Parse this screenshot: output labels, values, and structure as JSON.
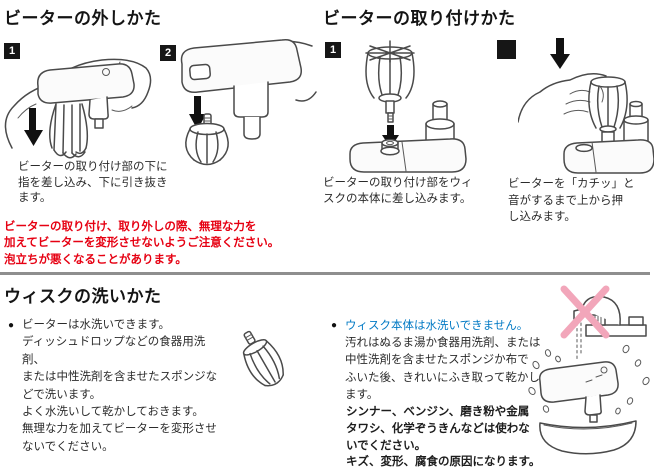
{
  "colors": {
    "warning_red": "#e60012",
    "note_blue": "#0079c4",
    "prohibit_pink": "#f2a6ba",
    "divider_gray": "#8e8e8e"
  },
  "remove_section": {
    "title": "ビーターの外しかた",
    "step1_num": "1",
    "step2_num": "2",
    "step1_caption": [
      "ビーターの取り付け部の下に",
      "指を差し込み、下に引き抜き",
      "ます。"
    ],
    "warning": [
      "ビーターの取り付け、取り外しの際、無理な力を",
      "加えてビーターを変形させないようご注意ください。",
      "泡立ちが悪くなることがあります。"
    ]
  },
  "attach_section": {
    "title": "ビーターの取り付けかた",
    "step1_num": "1",
    "step2_num": "",
    "step1_caption": [
      "ビーターの取り付け部をウィ",
      "スクの本体に差し込みます。"
    ],
    "step2_caption": [
      "ビーターを「カチッ」と",
      "音がするまで上から押",
      "し込みます。"
    ]
  },
  "wash_section": {
    "title": "ウィスクの洗いかた",
    "left_bullet": "●",
    "left_lines": [
      "ビーターは水洗いできます。",
      "ディッシュドロップなどの食器用洗剤、",
      "または中性洗剤を含ませたスポンジな",
      "どで洗います。",
      "よく水洗いして乾かしておきます。",
      "無理な力を加えてビーターを変形させ",
      "ないでください。"
    ],
    "right_bullet": "●",
    "right_blue_line": "ウィスク本体は水洗いできません。",
    "right_lines": [
      "汚れはぬるま湯か食器用洗剤、または",
      "中性洗剤を含ませたスポンジか布で",
      "ふいた後、きれいにふき取って乾かし",
      "ます。"
    ],
    "right_bold_lines": [
      "シンナー、ベンジン、磨き粉や金属",
      "タワシ、化学ぞうきんなどは使わな",
      "いでください。",
      "キズ、変形、腐食の原因になります。"
    ]
  }
}
